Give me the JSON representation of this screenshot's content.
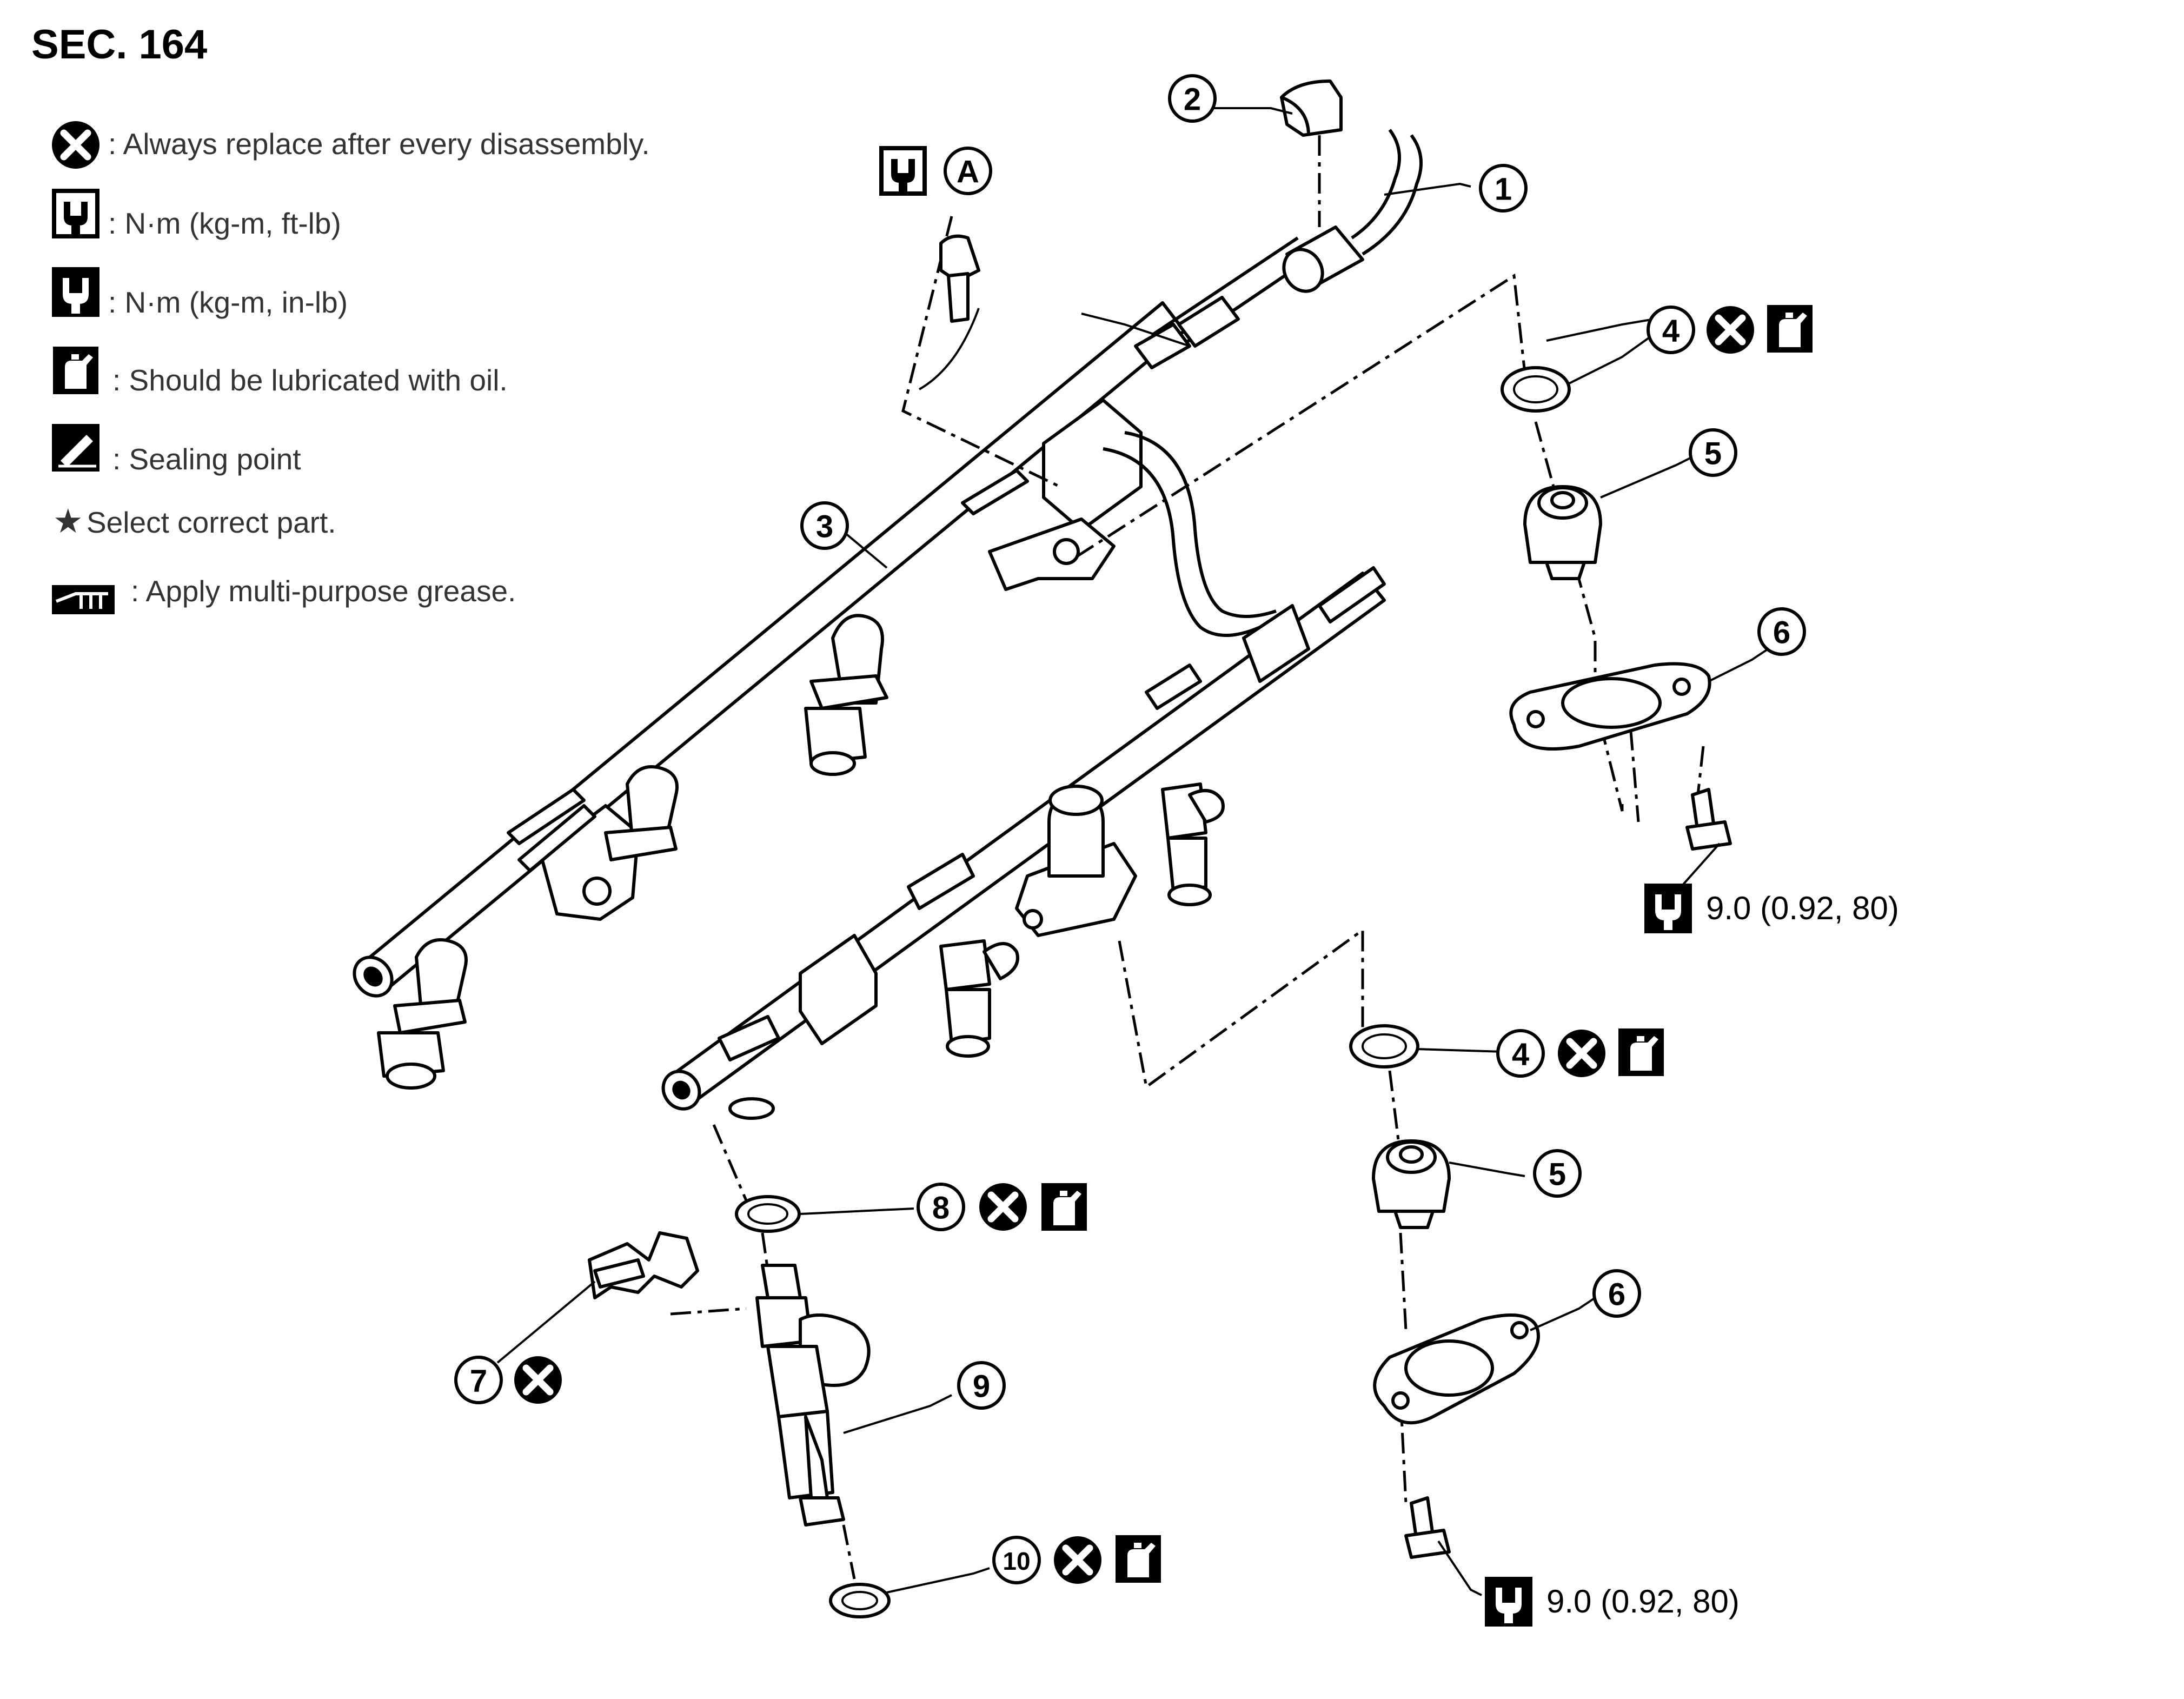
{
  "section_title": "SEC. 164",
  "legend": [
    {
      "icon": "always-replace-icon",
      "text": ": Always replace after every disassembly."
    },
    {
      "icon": "torque-ft-lb-icon",
      "text": ": N·m (kg-m, ft-lb)"
    },
    {
      "icon": "torque-in-lb-icon",
      "text": ": N·m (kg-m, in-lb)"
    },
    {
      "icon": "oil-can-icon",
      "text": ": Should be lubricated with oil."
    },
    {
      "icon": "sealing-point-icon",
      "text": ": Sealing point"
    },
    {
      "icon": "star-icon",
      "text": "Select correct part."
    },
    {
      "icon": "grease-icon",
      "text": ": Apply multi-purpose grease."
    }
  ],
  "callouts": {
    "c1": "1",
    "c2": "2",
    "c3": "3",
    "c4a": "4",
    "c5a": "5",
    "c6a": "6",
    "c4b": "4",
    "c5b": "5",
    "c6b": "6",
    "c7": "7",
    "c8": "8",
    "c9": "9",
    "c10": "10",
    "ref_a": "A"
  },
  "torque_specs": {
    "upper": "9.0 (0.92, 80)",
    "lower": "9.0 (0.92, 80)"
  },
  "colors": {
    "line": "#000000",
    "background": "#ffffff"
  }
}
